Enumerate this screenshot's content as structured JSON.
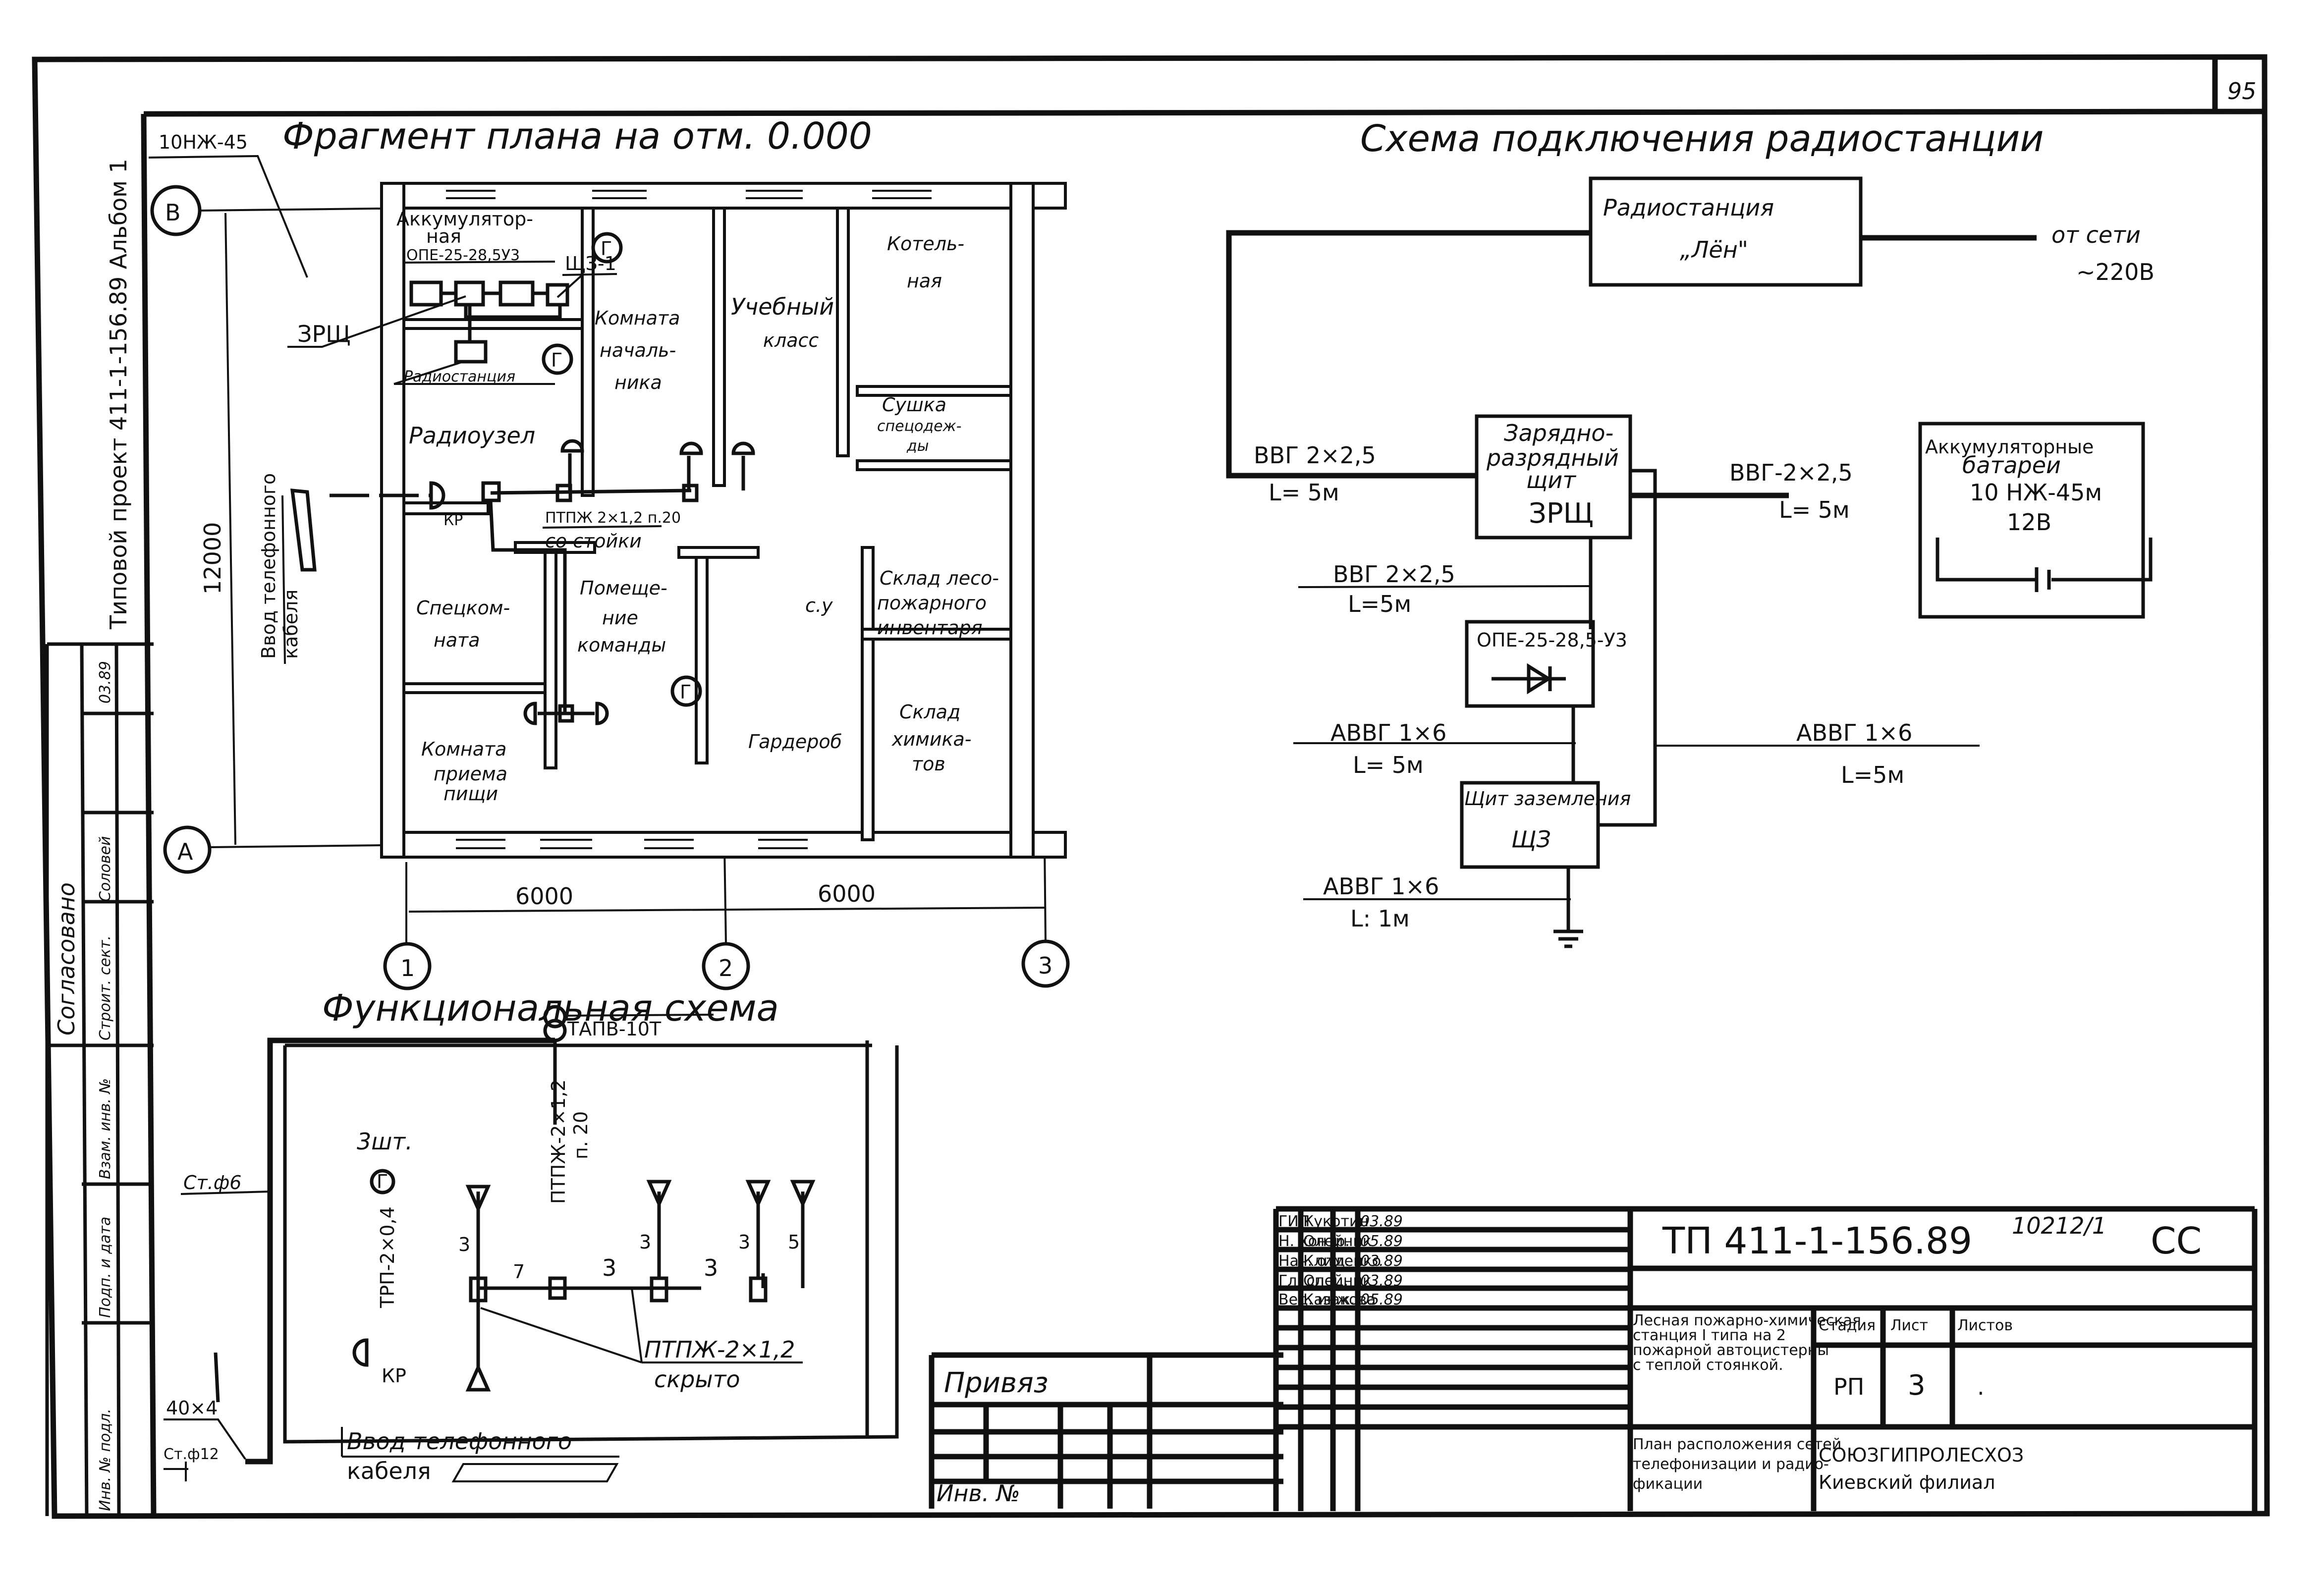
{
  "sheet": {
    "page_number": "95",
    "side_stamp": "Типовой проект 411-1-156.89 Альбом 1",
    "archive_number": "10212/1",
    "ink_color": "#111111",
    "paper_color": "#ffffff"
  },
  "floor_plan": {
    "title": "Фрагмент плана на отм. 0.000",
    "axes": {
      "rows": [
        "В",
        "А"
      ],
      "columns": [
        "1",
        "2",
        "3"
      ]
    },
    "dimensions": {
      "vertical": "12000",
      "horizontal": [
        "6000",
        "6000"
      ]
    },
    "rooms": [
      {
        "name": "Аккумуляторная",
        "lines": [
          "Аккумулятор-",
          "ная"
        ]
      },
      {
        "name": "Комната начальника",
        "lines": [
          "Комната",
          "началь-",
          "ника"
        ]
      },
      {
        "name": "Учебный класс",
        "lines": [
          "Учебный",
          "класс"
        ]
      },
      {
        "name": "Котельная",
        "lines": [
          "Котель-",
          "ная"
        ]
      },
      {
        "name": "Сушка спецодежды",
        "lines": [
          "Сушка",
          "спецодеж-",
          "ды"
        ]
      },
      {
        "name": "Радиоузел",
        "lines": [
          "Радиоузел"
        ]
      },
      {
        "name": "Спецкомната",
        "lines": [
          "Спецком-",
          "ната"
        ]
      },
      {
        "name": "Помещение команды",
        "lines": [
          "Помеще-",
          "ние",
          "команды"
        ]
      },
      {
        "name": "С.У",
        "lines": [
          "с.у"
        ]
      },
      {
        "name": "Склад лесопожарного инвентаря",
        "lines": [
          "Склад лесо-",
          "пожарного",
          "инвентаря"
        ]
      },
      {
        "name": "Комната приема пищи",
        "lines": [
          "Комната",
          "приема",
          "пищи"
        ]
      },
      {
        "name": "Гардероб",
        "lines": [
          "Гардероб"
        ]
      },
      {
        "name": "Склад химикатов",
        "lines": [
          "Склад",
          "химика-",
          "тов"
        ]
      }
    ],
    "labels": {
      "battery": "10НЖ-45",
      "rectifier": "ОПЕ-25-28,5У3",
      "charge_panel": "ЗРЩ",
      "ground_panel": "ЩЗ-1",
      "radio_station": "Радиостанция",
      "loudspeaker_mark": "Г",
      "box_mark": "КР",
      "cable": "ПТПЖ 2×1,2 п.20",
      "cable_note": "со стойки",
      "cable_entry": [
        "Ввод телефонного",
        "кабеля"
      ]
    }
  },
  "functional_scheme": {
    "title": "Функциональная схема",
    "transformer": "ТАПВ-10Т",
    "riser_cable": "ПТПЖ-2×1,2",
    "riser_pairs": "п. 20",
    "count": "3шт.",
    "speaker_cable": "ТРП-2×0,4",
    "speaker_mark": "Г",
    "box_mark": "КР",
    "ground_upper": "Ст.ф6",
    "ground_strip": "40×4",
    "ground_lower": "Ст.ф12",
    "hidden_cable": "ПТПЖ-2×1,2",
    "hidden_note": "скрыто",
    "segment_lengths": [
      "3",
      "7",
      "3",
      "3",
      "3",
      "3",
      "5"
    ],
    "cable_entry": [
      "Ввод телефонного",
      "кабеля"
    ]
  },
  "connection_scheme": {
    "title": "Схема подключения радиостанции",
    "radio": {
      "line1": "Радиостанция",
      "line2": "„Лён\""
    },
    "mains": {
      "line1": "от сети",
      "line2": "~220В"
    },
    "zrsh": {
      "lines": [
        "Зарядно-",
        "разрядный",
        "щит",
        "ЗРЩ"
      ]
    },
    "battery": {
      "lines": [
        "Аккумуляторные",
        "батареи",
        "10 НЖ-45м",
        "12В"
      ]
    },
    "rectifier": "ОПЕ-25-28,5-У3",
    "ground_panel": {
      "line1": "Щит заземления",
      "line2": "ЩЗ"
    },
    "cables": [
      {
        "id": "radio-zrsh",
        "type": "ВВГ 2×2,5",
        "length": "L= 5м"
      },
      {
        "id": "zrsh-battery",
        "type": "ВВГ-2×2,5",
        "length": "L= 5м"
      },
      {
        "id": "zrsh-ope",
        "type": "ВВГ 2×2,5",
        "length": "L=5м"
      },
      {
        "id": "ope-sz",
        "type": "АВВГ 1×6",
        "length": "L= 5м"
      },
      {
        "id": "zrsh-sz",
        "type": "АВВГ 1×6",
        "length": "L=5м"
      },
      {
        "id": "sz-ground",
        "type": "АВВГ 1×6",
        "length": "L: 1м"
      }
    ]
  },
  "side_table": {
    "approved": "Согласовано",
    "rows": [
      {
        "role": "Строит. сект.",
        "name": "Соловей",
        "date": "03.89"
      }
    ],
    "fields": [
      "Взам. инв. №",
      "Подп. и дата",
      "Инв. № подл."
    ]
  },
  "binding_block": {
    "label": "Привяз",
    "inv_label": "Инв. №"
  },
  "title_block": {
    "signatures": [
      {
        "role": "ГИП",
        "name": "Кукотин",
        "date": "03.89"
      },
      {
        "role": "Н. контр.",
        "name": "Олейник",
        "date": "05.89"
      },
      {
        "role": "Нач. отд.",
        "name": "Клименко",
        "date": "03.89"
      },
      {
        "role": "Гл. спец.",
        "name": "Олейник",
        "date": "03.89"
      },
      {
        "role": "Вед. инж.",
        "name": "Казакова",
        "date": "05.89"
      }
    ],
    "document_code": "ТП 411-1-156.89",
    "mark": "СС",
    "object_name": [
      "Лесная пожарно-химическая",
      "станция I типа на 2",
      "пожарной автоцистерны",
      "с теплой стоянкой."
    ],
    "sheet_title": [
      "План расположения сетей",
      "телефонизации и радио-",
      "фикации"
    ],
    "stage_label": "Стадия",
    "sheet_label": "Лист",
    "sheets_label": "Листов",
    "stage": "РП",
    "sheet": "3",
    "sheets": ".",
    "organization": [
      "СОЮЗГИПРОЛЕСХОЗ",
      "Киевский филиал"
    ]
  }
}
